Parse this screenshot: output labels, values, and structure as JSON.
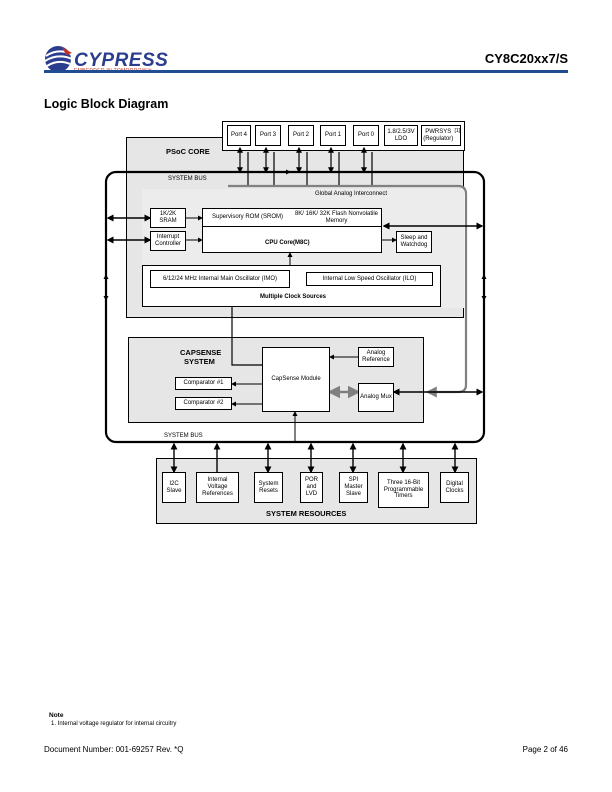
{
  "header": {
    "brand": "CYPRESS",
    "tagline": "EMBEDDED IN TOMORROW™",
    "part_number": "CY8C20xx7/S"
  },
  "section_title": "Logic Block Diagram",
  "colors": {
    "rule": "#1f4d91",
    "brand": "#2a3d8f",
    "region": "#e6e6e6",
    "analog_bus": "#808080"
  },
  "ports": [
    "Port 4",
    "Port 3",
    "Port 2",
    "Port 1",
    "Port 0"
  ],
  "ldo": "1.8/2.5/3V LDO",
  "pwrsys": {
    "text": "PWRSYS (Regulator)",
    "footnote": "[1]"
  },
  "psoc_core": {
    "title": "PSoC CORE",
    "system_bus": "SYSTEM  BUS",
    "global_analog": "Global  Analog  Interconnect",
    "sram": "1K/2K SRAM",
    "interrupt": "Interrupt Controller",
    "rom": "Supervisory  ROM (SROM)",
    "flash": "8K/ 16K/ 32K Flash Nonvolatile  Memory",
    "cpu": "CPU Core(M8C)",
    "sleep": "Sleep  and Watchdog",
    "imo": "6/12/24 MHz  Internal  Main  Oscillator (IMO)",
    "ilo": "Internal  Low Speed  Oscillator  (ILO)",
    "clocks": "Multiple Clock Sources"
  },
  "capsense": {
    "title_line1": "CAPSENSE",
    "title_line2": "SYSTEM",
    "module": "CapSense Module",
    "analog_ref": "Analog Reference",
    "comp1": "Comparator #1",
    "comp2": "Comparator #2",
    "analog_mux": "Analog Mux"
  },
  "system_bus_bottom": "SYSTEM  BUS",
  "resources": {
    "title": "SYSTEM RESOURCES",
    "items": [
      "I2C Slave",
      "Internal Voltage References",
      "System Resets",
      "POR and LVD",
      "SPI Master Slave",
      "Three 16-Bit Programmable Timers",
      "Digital Clocks"
    ]
  },
  "note": {
    "heading": "Note",
    "text": "1.   Internal voltage regulator for internal circuitry"
  },
  "footer": {
    "doc_number": "Document Number: 001-69257 Rev. *Q",
    "page": "Page 2 of 46"
  }
}
